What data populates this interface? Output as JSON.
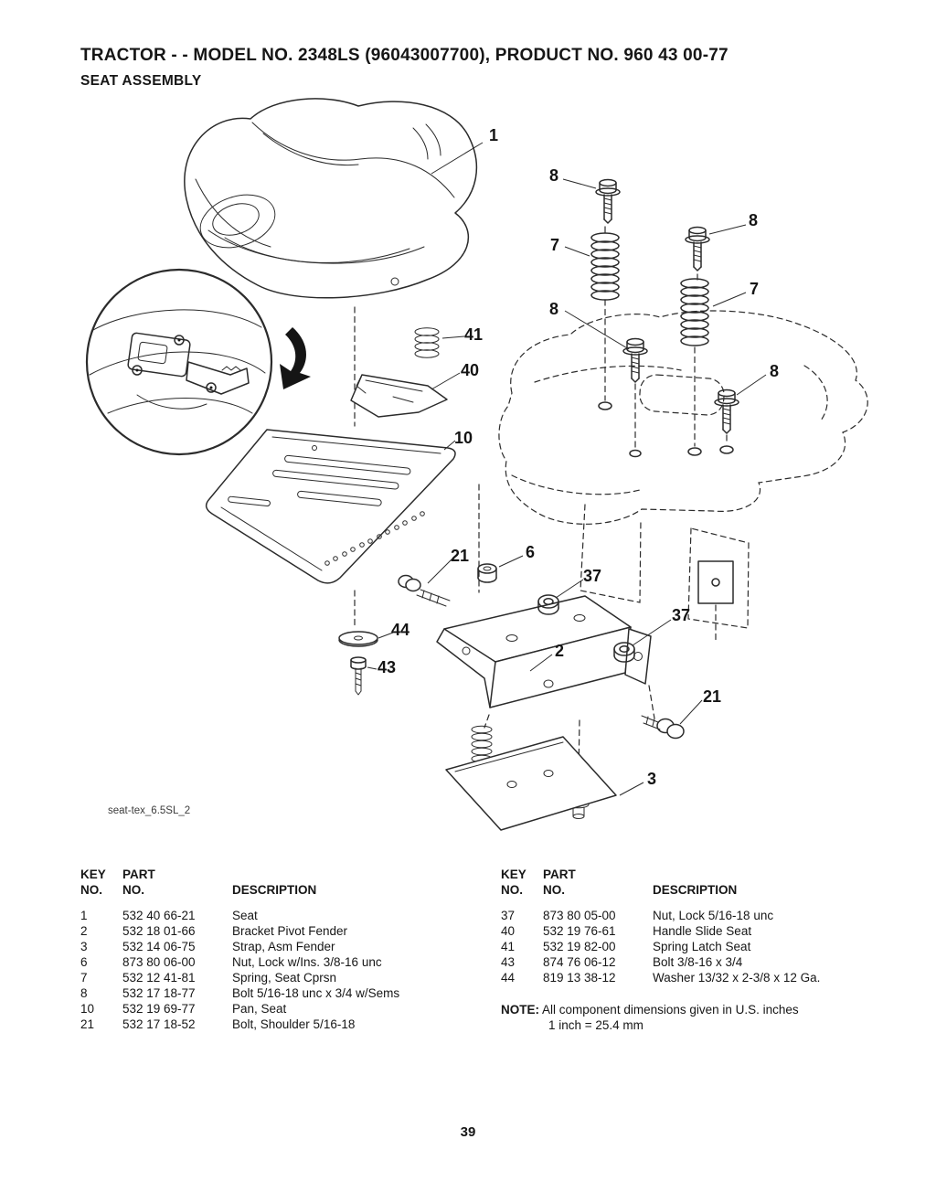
{
  "page": {
    "title": "TRACTOR - - MODEL NO. 2348LS (96043007700), PRODUCT NO. 960 43 00-77",
    "subtitle": "SEAT ASSEMBLY",
    "page_number": "39"
  },
  "diagram": {
    "caption": "seat-tex_6.5SL_2",
    "callouts": [
      "1",
      "8",
      "8",
      "7",
      "7",
      "8",
      "8",
      "41",
      "40",
      "10",
      "21",
      "6",
      "37",
      "37",
      "2",
      "44",
      "43",
      "21",
      "3"
    ]
  },
  "parts_table": {
    "headers": {
      "key_top": "KEY",
      "key_bottom": "NO.",
      "part_top": "PART",
      "part_bottom": "NO.",
      "description": "DESCRIPTION"
    },
    "left": [
      {
        "key": "1",
        "part": "532 40 66-21",
        "desc": "Seat"
      },
      {
        "key": "2",
        "part": "532 18 01-66",
        "desc": "Bracket Pivot Fender"
      },
      {
        "key": "3",
        "part": "532 14 06-75",
        "desc": "Strap, Asm Fender"
      },
      {
        "key": "6",
        "part": "873 80 06-00",
        "desc": "Nut, Lock w/Ins. 3/8-16 unc"
      },
      {
        "key": "7",
        "part": "532 12 41-81",
        "desc": "Spring, Seat Cprsn"
      },
      {
        "key": "8",
        "part": "532 17 18-77",
        "desc": "Bolt 5/16-18 unc x 3/4 w/Sems"
      },
      {
        "key": "10",
        "part": "532 19 69-77",
        "desc": "Pan, Seat"
      },
      {
        "key": "21",
        "part": "532 17 18-52",
        "desc": "Bolt, Shoulder 5/16-18"
      }
    ],
    "right": [
      {
        "key": "37",
        "part": "873 80 05-00",
        "desc": "Nut, Lock 5/16-18 unc"
      },
      {
        "key": "40",
        "part": "532 19 76-61",
        "desc": "Handle Slide Seat"
      },
      {
        "key": "41",
        "part": "532 19 82-00",
        "desc": "Spring Latch Seat"
      },
      {
        "key": "43",
        "part": "874 76 06-12",
        "desc": "Bolt 3/8-16 x 3/4"
      },
      {
        "key": "44",
        "part": "819 13 38-12",
        "desc": "Washer 13/32 x 2-3/8 x 12 Ga."
      }
    ],
    "note": {
      "label": "NOTE:",
      "line1": "All component dimensions given in U.S. inches",
      "line2": "1 inch = 25.4 mm"
    }
  }
}
